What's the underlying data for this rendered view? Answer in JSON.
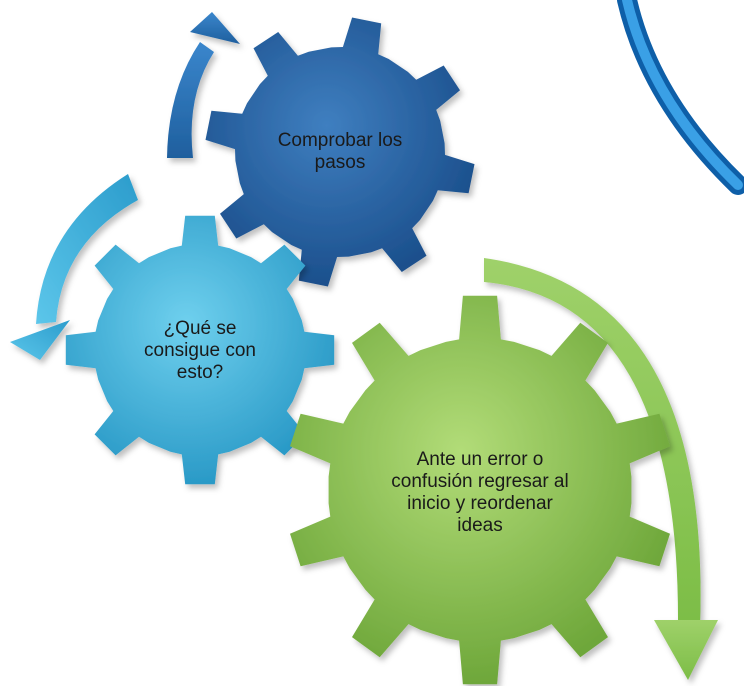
{
  "gears": [
    {
      "id": "gear-comprobar",
      "label_lines": [
        "Comprobar los",
        "pasos"
      ],
      "color_light": "#3f7fc0",
      "color_dark": "#1b4f8c"
    },
    {
      "id": "gear-que-se-consigue",
      "label_lines": [
        "¿Qué se",
        "consigue con",
        "esto?"
      ],
      "color_light": "#5fc3e4",
      "color_dark": "#2a9ac7"
    },
    {
      "id": "gear-ante-un-error",
      "label_lines": [
        "Ante un error o",
        "confusión regresar al",
        "inicio  y reordenar",
        "ideas"
      ],
      "color_light": "#a6d46a",
      "color_dark": "#6ea73a"
    }
  ],
  "colors": {
    "arrow_blue_dark": "#2c6fb0",
    "arrow_blue_light": "#3aaed8",
    "arrow_green": "#8cc856",
    "ring_blue": "#1f7fc8"
  }
}
